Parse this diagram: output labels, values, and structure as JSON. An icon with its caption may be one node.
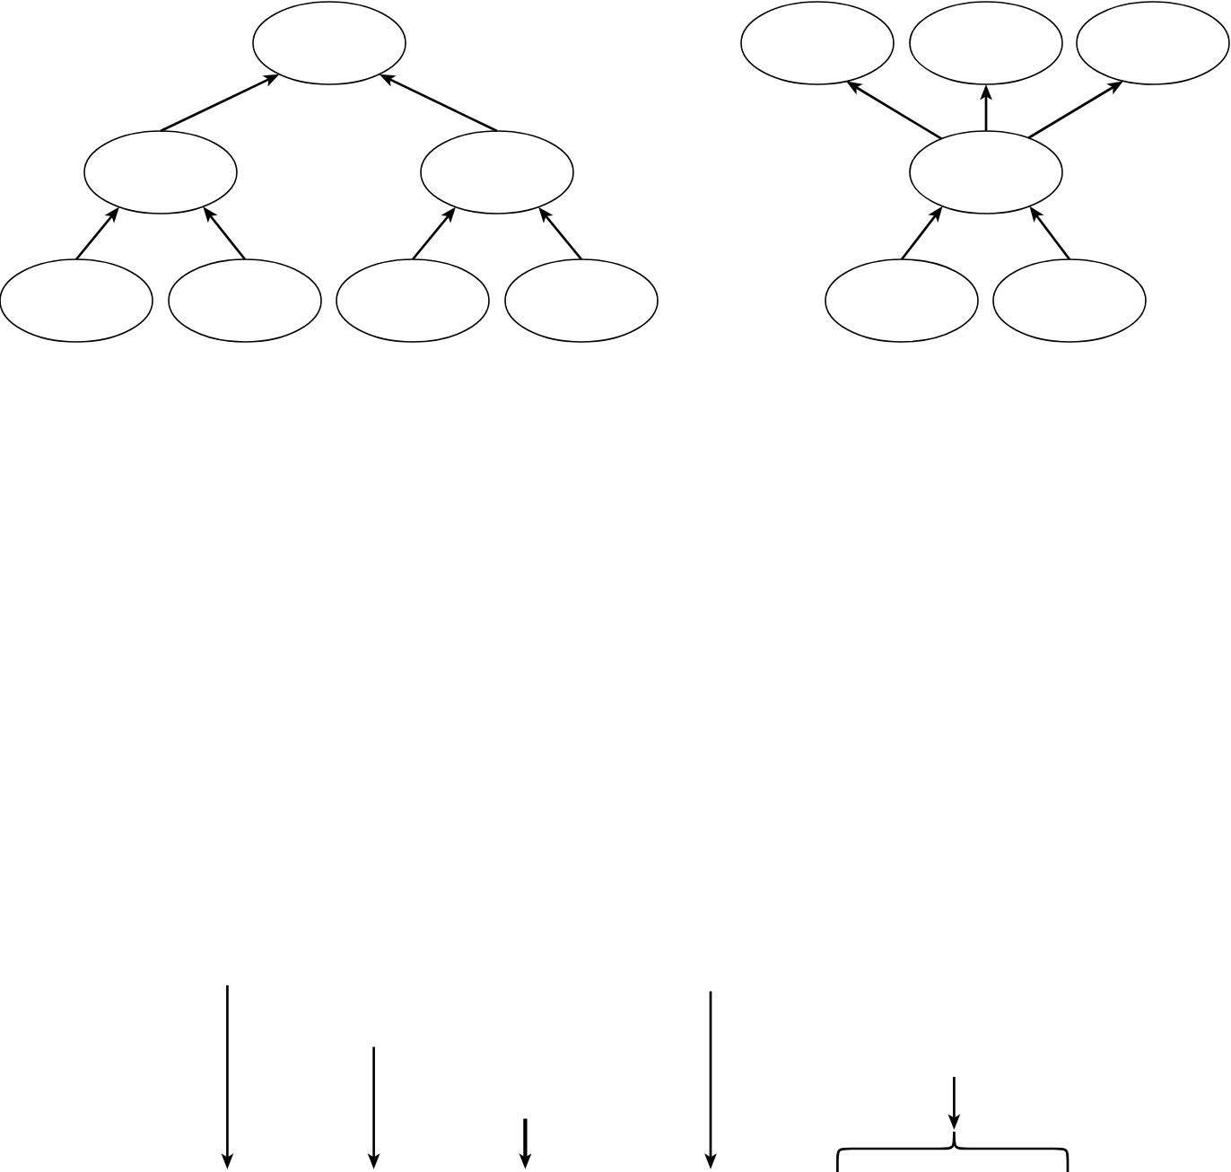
{
  "diagram": {
    "nodes": [
      {
        "text": [],
        "shape": "ellipse"
      },
      {
        "text": [],
        "shape": "ellipse"
      },
      {
        "text": [],
        "shape": "ellipse"
      },
      {
        "text": [],
        "shape": "ellipse"
      },
      {
        "text": [],
        "shape": "ellipse"
      },
      {
        "text": [],
        "shape": "ellipse"
      },
      {
        "text": [],
        "shape": "ellipse"
      },
      {
        "text": [],
        "shape": "ellipse"
      },
      {
        "text": [],
        "shape": "ellipse"
      },
      {
        "text": [],
        "shape": "ellipse"
      },
      {
        "text": [],
        "shape": "ellipse"
      },
      {
        "text": [],
        "shape": "ellipse"
      },
      {
        "text": [],
        "shape": "ellipse"
      }
    ],
    "edges": [
      {
        "from": 1,
        "to": 0,
        "arrow": "to"
      },
      {
        "from": 2,
        "to": 0,
        "arrow": "to"
      },
      {
        "from": 3,
        "to": 1,
        "arrow": "to"
      },
      {
        "from": 4,
        "to": 1,
        "arrow": "to"
      },
      {
        "from": 5,
        "to": 2,
        "arrow": "to"
      },
      {
        "from": 6,
        "to": 2,
        "arrow": "to"
      },
      {
        "from": 10,
        "to": 7,
        "arrow": "to"
      },
      {
        "from": 10,
        "to": 8,
        "arrow": "to"
      },
      {
        "from": 10,
        "to": 9,
        "arrow": "to"
      },
      {
        "from": 11,
        "to": 10,
        "arrow": "to"
      },
      {
        "from": 12,
        "to": 10,
        "arrow": "to"
      }
    ]
  }
}
